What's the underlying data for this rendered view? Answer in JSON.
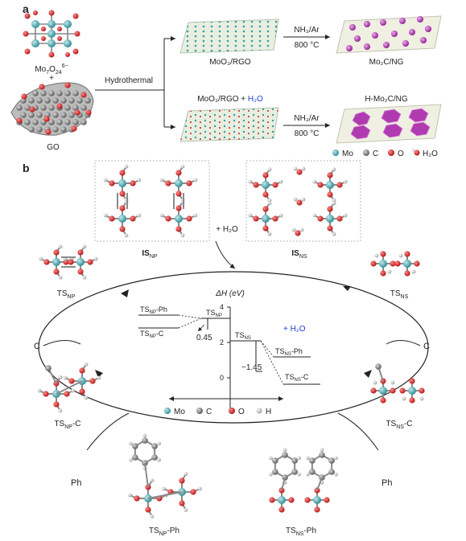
{
  "panels": {
    "a": "a",
    "b": "b"
  },
  "panel_a": {
    "mo_cluster_label_base": "Mo",
    "mo_cluster_sub1": "7",
    "mo_cluster_label_o": "O",
    "mo_cluster_sub2": "24",
    "mo_cluster_charge": "6−",
    "plus": "+",
    "go_label": "GO",
    "hydrothermal": "Hydrothermal",
    "top_sheet_label": "MoO₃/RGO",
    "bottom_sheet_label_a": "MoO₃/RGO + ",
    "bottom_sheet_label_b": "H₂O",
    "condition_gas_top": "NH₃/Ar",
    "condition_temp_top": "800 °C",
    "condition_gas_bottom": "NH₃/Ar",
    "condition_temp_bottom": "800 °C",
    "product_top": "Mo₂C/NG",
    "product_bottom": "H-Mo₂C/NG",
    "legend": [
      {
        "label": "Mo",
        "color": "#3a9ca3"
      },
      {
        "label": "C",
        "color": "#777777"
      },
      {
        "label": "O",
        "color": "#cc1a1a"
      },
      {
        "label": "H₂O",
        "color": "#cc1a1a"
      }
    ]
  },
  "panel_b": {
    "is_np": "IS",
    "is_np_sub": "NP",
    "is_ns": "IS",
    "is_ns_sub": "NS",
    "plus_water": "+ H₂O",
    "ts_np": "TS",
    "ts_np_sub": "NP",
    "ts_ns": "TS",
    "ts_ns_sub": "NS",
    "c_left": "C",
    "c_right": "C",
    "ts_np_c_a": "TS",
    "ts_np_c_sub": "NP",
    "ts_np_c_b": "-C",
    "ts_ns_c_a": "TS",
    "ts_ns_c_sub": "NS",
    "ts_ns_c_b": "-C",
    "ph_left": "Ph",
    "ph_right": "Ph",
    "ts_np_ph_a": "TS",
    "ts_np_ph_sub": "NP",
    "ts_np_ph_b": "-Ph",
    "ts_ns_ph_a": "TS",
    "ts_ns_ph_sub": "NS",
    "ts_ns_ph_b": "-Ph",
    "energy_axis_label": "ΔH (eV)",
    "ticks": [
      "4",
      "2",
      "0"
    ],
    "plus_h2o_blue": "+ H₂O",
    "lvl_np_ph": "TS",
    "lvl_np": "TS",
    "lvl_np_c": "TS",
    "lvl_ns": "TS",
    "lvl_ns_ph": "TS",
    "lvl_ns_c": "TS",
    "val_np": "0.45",
    "val_ns": "−1.45",
    "sub_np": "NP",
    "sub_ns": "NS",
    "suf_ph": "-Ph",
    "suf_c": "-C",
    "legend": [
      {
        "label": "Mo",
        "color": "#3a9ca3"
      },
      {
        "label": "C",
        "color": "#777777"
      },
      {
        "label": "O",
        "color": "#cc1a1a"
      },
      {
        "label": "H",
        "color": "#d9d9d9"
      }
    ]
  }
}
